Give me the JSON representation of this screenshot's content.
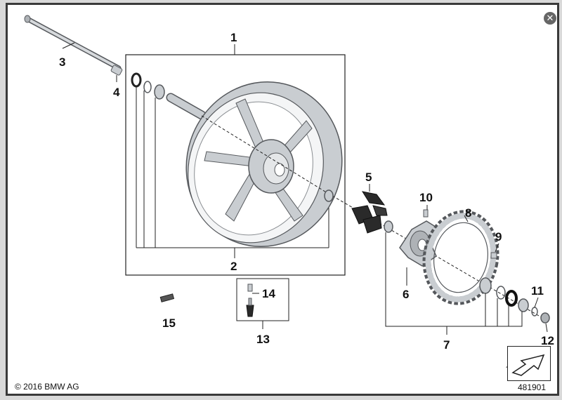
{
  "callouts": {
    "c1": "1",
    "c2": "2",
    "c3": "3",
    "c4": "4",
    "c5": "5",
    "c6": "6",
    "c7": "7",
    "c8": "8",
    "c9": "9",
    "c10": "10",
    "c11": "11",
    "c12": "12",
    "c13": "13",
    "c14": "14",
    "c15": "15"
  },
  "footer": {
    "copyright": "© 2016 BMW AG",
    "diagram_id": "481901"
  },
  "close_icon": "close-icon",
  "colors": {
    "frame": "#3a3a3a",
    "part_fill": "#c9cdd1",
    "part_stroke": "#55585c",
    "close_button": "#666666"
  }
}
